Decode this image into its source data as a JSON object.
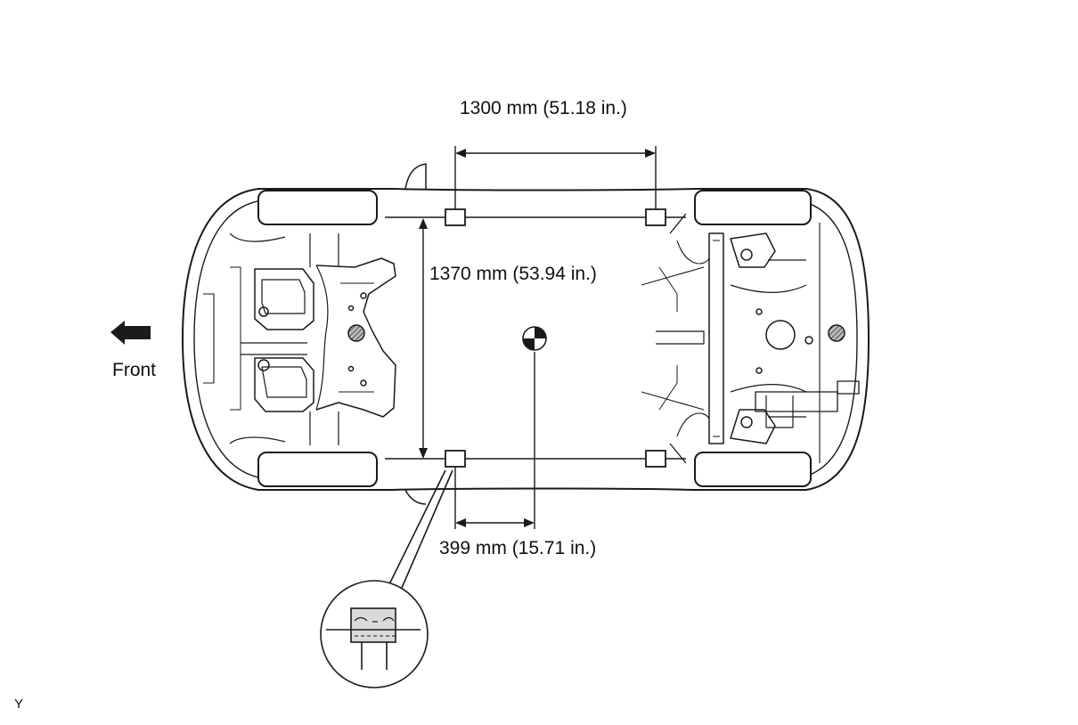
{
  "labels": {
    "lift_point_spacing": "1300 mm (51.18 in.)",
    "lift_point_track": "1370 mm (53.94 in.)",
    "center_of_gravity_offset": "399 mm (15.71 in.)",
    "front": "Front",
    "figure_code": "Y"
  },
  "icons": {
    "front_direction": "arrow-left-icon",
    "center_of_gravity": "center-of-gravity-icon",
    "lift_pad_detail": "lift-pad-detail-icon"
  },
  "colors": {
    "line": "#1a1a1a",
    "detail_fill": "#d9d9d9",
    "background": "#ffffff"
  }
}
